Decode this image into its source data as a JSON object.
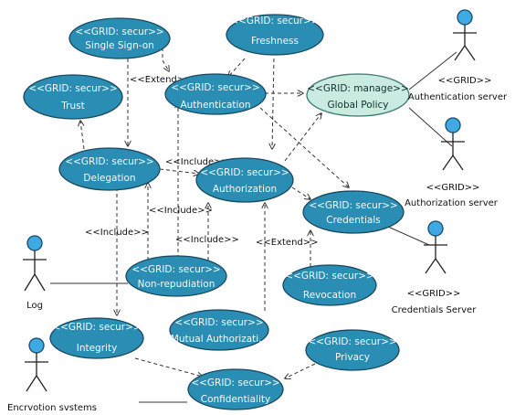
{
  "use_cases": {
    "single_sign_on": {
      "stereotype": "<<GRID: secur>>",
      "name": "Single Sign-on"
    },
    "freshness": {
      "stereotype": "<<GRID: secur>>",
      "name": "Freshness"
    },
    "trust": {
      "stereotype": "<<GRID: secur>>",
      "name": "Trust"
    },
    "authentication": {
      "stereotype": "<<GRID: secur>>",
      "name": "Authentication"
    },
    "global_policy": {
      "stereotype": "<<GRID: manage>>",
      "name": "Global Policy"
    },
    "delegation": {
      "stereotype": "<<GRID: secur>>",
      "name": "Delegation"
    },
    "authorization": {
      "stereotype": "<<GRID: secur>>",
      "name": "Authorization"
    },
    "credentials": {
      "stereotype": "<<GRID: secur>>",
      "name": "Credentials"
    },
    "non_repudiation": {
      "stereotype": "<<GRID: secur>>",
      "name": "Non-repudiation"
    },
    "revocation": {
      "stereotype": "<<GRID: secur>>",
      "name": "Revocation"
    },
    "integrity": {
      "stereotype": "<<GRID: secur>>",
      "name": "Integrity"
    },
    "mutual_authorization": {
      "stereotype": "<<GRID: secur>>",
      "name": "Mutual Authorizati..."
    },
    "privacy": {
      "stereotype": "<<GRID: secur>>",
      "name": "Privacy"
    },
    "confidentiality": {
      "stereotype": "<<GRID: secur>>",
      "name": "Confidentiality"
    }
  },
  "actors": {
    "authentication_server": {
      "stereotype": "<<GRID>>",
      "name": "Authentication server"
    },
    "authorization_server": {
      "stereotype": "<<GRID>>",
      "name": "Authorization server"
    },
    "credentials_server": {
      "stereotype": "<<GRID>>",
      "name": "Credentials Server"
    },
    "log": {
      "name": "Log"
    },
    "encryption_systems": {
      "name": "Encrvotion svstems"
    }
  },
  "edge_labels": {
    "extend_sso": "<<Extend>>",
    "include_delegation_authorization": "<<Include>>",
    "include_nonrep_delegation": "<<Include>>",
    "include_delegation_integrity": "<<Include>>",
    "include_nonrep_authorization": "<<Include>>",
    "extend_mutual_authorization": "<<Extend>>"
  },
  "colors": {
    "use_case_fill": "#2a8db4",
    "management_fill": "#c9ebe0",
    "actor_head": "#3fa9e3",
    "line": "#333333"
  }
}
